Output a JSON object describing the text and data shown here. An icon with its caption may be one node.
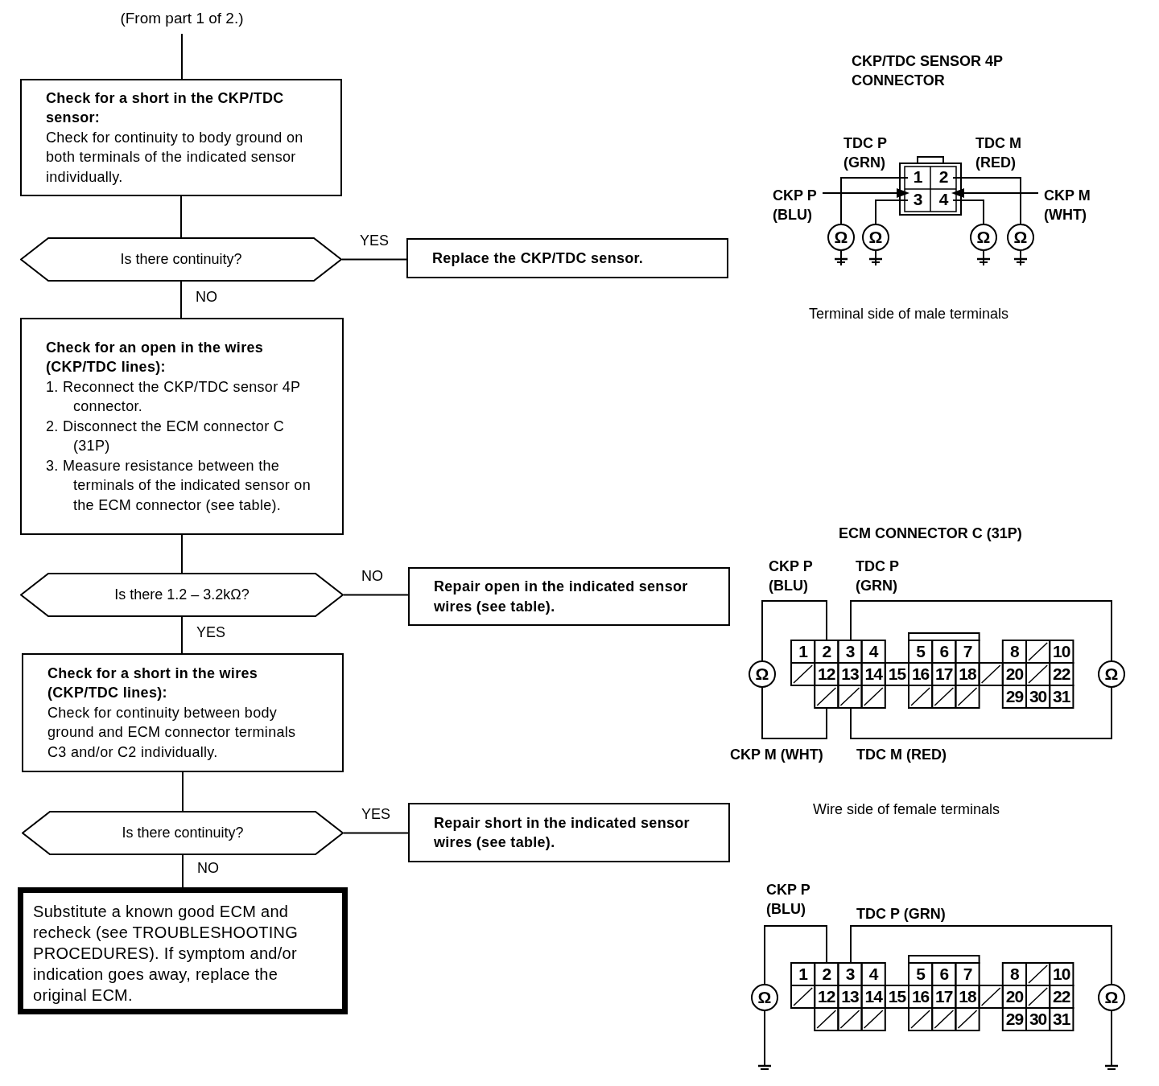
{
  "diagram": {
    "nodes": [
      {
        "text": [
          "(From part 1 of 2.)"
        ]
      },
      {
        "text": [
          "Check for a short in the CKP/TDC sensor:",
          "Check for continuity to body ground on both terminals of the indicated sensor individually."
        ]
      },
      {
        "text": [
          "Is there continuity?"
        ]
      },
      {
        "text": [
          "Replace the CKP/TDC sensor."
        ]
      },
      {
        "text": [
          "Check for an open in the wires (CKP/TDC lines):",
          "1. Reconnect the CKP/TDC sensor 4P connector.",
          "2. Disconnect the ECM connector C (31P)",
          "3. Measure resistance between the terminals of the indicated sensor on the ECM connector (see table)."
        ]
      },
      {
        "text": [
          "Is there 1.2 – 3.2kΩ?"
        ]
      },
      {
        "text": [
          "Repair open in the indicated sensor wires (see table)."
        ]
      },
      {
        "text": [
          "Check for a short in the wires (CKP/TDC lines):",
          "Check for continuity between body ground and ECM connector terminals C3 and/or C2 individually."
        ]
      },
      {
        "text": [
          "Is there continuity?"
        ]
      },
      {
        "text": [
          "Repair short in the indicated sensor wires (see table)."
        ]
      },
      {
        "text": [
          "Substitute a known good ECM and recheck (see TROUBLESHOOTING PROCEDURES). If symptom and/or indication goes away, replace the original ECM."
        ]
      }
    ],
    "edges": [
      {
        "from": 0,
        "to": 1,
        "arrow": "none"
      },
      {
        "from": 1,
        "to": 2,
        "arrow": "none"
      },
      {
        "from": 2,
        "to": 3,
        "label": "YES",
        "arrow": "none"
      },
      {
        "from": 2,
        "to": 4,
        "label": "NO",
        "arrow": "none"
      },
      {
        "from": 4,
        "to": 5,
        "arrow": "none"
      },
      {
        "from": 5,
        "to": 6,
        "label": "NO",
        "arrow": "none"
      },
      {
        "from": 5,
        "to": 7,
        "label": "YES",
        "arrow": "none"
      },
      {
        "from": 7,
        "to": 8,
        "arrow": "none"
      },
      {
        "from": 8,
        "to": 9,
        "label": "YES",
        "arrow": "none"
      },
      {
        "from": 8,
        "to": 10,
        "label": "NO",
        "arrow": "none"
      }
    ],
    "labels": [
      "CKP/TDC SENSOR 4P CONNECTOR",
      "TDC P (GRN)",
      "TDC M (RED)",
      "CKP P (BLU)",
      "CKP M (WHT)",
      "1",
      "2",
      "3",
      "4",
      "Ω",
      "Ω",
      "Ω",
      "Ω",
      "Terminal side of male terminals",
      "ECM CONNECTOR C (31P)",
      "CKP P (BLU)",
      "TDC P (GRN)",
      "1",
      "2",
      "3",
      "4",
      "5",
      "6",
      "7",
      "8",
      "10",
      "12",
      "13",
      "14",
      "15",
      "16",
      "17",
      "18",
      "20",
      "22",
      "29",
      "30",
      "31",
      "Ω",
      "Ω",
      "CKP M (WHT)",
      "TDC M (RED)",
      "Wire side of female terminals",
      "CKP P (BLU)",
      "TDC P (GRN)",
      "1",
      "2",
      "3",
      "4",
      "5",
      "6",
      "7",
      "8",
      "10",
      "12",
      "13",
      "14",
      "15",
      "16",
      "17",
      "18",
      "20",
      "22",
      "29",
      "30",
      "31",
      "Ω",
      "Ω"
    ]
  }
}
